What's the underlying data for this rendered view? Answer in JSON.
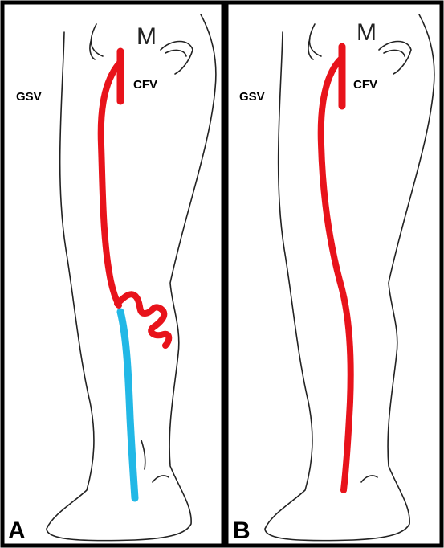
{
  "panels": [
    {
      "letter": "A",
      "labels": {
        "left_vein": "GSV",
        "right_vein": "CFV"
      },
      "monogram": "M"
    },
    {
      "letter": "B",
      "labels": {
        "left_vein": "GSV",
        "right_vein": "CFV"
      },
      "monogram": "M"
    }
  ],
  "colors": {
    "frame": "#000000",
    "vein_red": "#e8131b",
    "vein_blue": "#22b8e6",
    "outline": "#222222"
  }
}
